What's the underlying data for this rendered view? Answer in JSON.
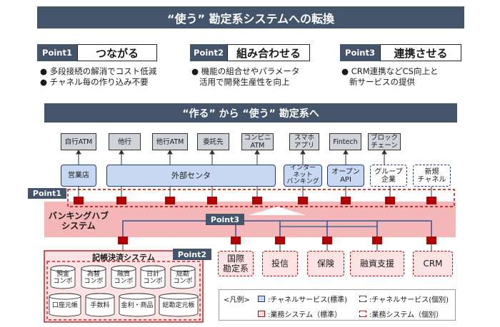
{
  "title": "“使う” 勘定系システムへの転換",
  "points": [
    {
      "tag": "Point1",
      "label": "つながる",
      "bullets": [
        "多段接続の解消でコスト低減",
        "チャネル毎の作り込み不要"
      ]
    },
    {
      "tag": "Point2",
      "label": "組み合わせる",
      "bullets": [
        "機能の組合せやパラメータ",
        "活用で開発生産性を向上"
      ]
    },
    {
      "tag": "Point3",
      "label": "連携させる",
      "bullets": [
        "CRM連携などCS向上と",
        "新サービスの提供"
      ]
    }
  ],
  "subtitle": "“作る” から “使う” 勘定系へ",
  "external_boxes": [
    "自行ATM",
    "他行",
    "他行ATM",
    "委託先",
    "コンビニ\nATM",
    "スマホ\nアプリ",
    "Fintech",
    "ブロック\nチェーン"
  ],
  "channel_boxes": [
    "営業店",
    "外部センタ",
    "インター\nネット\nバンキング",
    "オープン\nAPI",
    "グループ\n企業",
    "新規\nチャネル"
  ],
  "hub_label": "バンキングハブ\nシステム",
  "point1_tag": "Point1",
  "point2_tag": "Point2",
  "point3_tag": "Point3",
  "settlement_title": "記帳決済システム",
  "components": [
    "預金\nコンポ",
    "為替\nコンポ",
    "融資\nコンポ",
    "日計\nコンポ",
    "総勘\nコンポ"
  ],
  "ledgers": [
    "口座元帳",
    "手数料",
    "金利・商品",
    "総勘定元帳"
  ],
  "business_systems": [
    "国際\n勘定系",
    "投信",
    "保険",
    "融資支援",
    "CRM"
  ],
  "legend": {
    "prefix": "<凡例>",
    "items": [
      ":チャネルサービス(標準)",
      ":チャネルサービス(個別)",
      ":業務システム（標準）",
      ":業務システム（個別）"
    ]
  },
  "colors": {
    "banner": "#44546a",
    "channel": "#c8d8f2",
    "business": "#fde3e3",
    "connector": "#b00000",
    "hub": "#f4b6b6"
  }
}
